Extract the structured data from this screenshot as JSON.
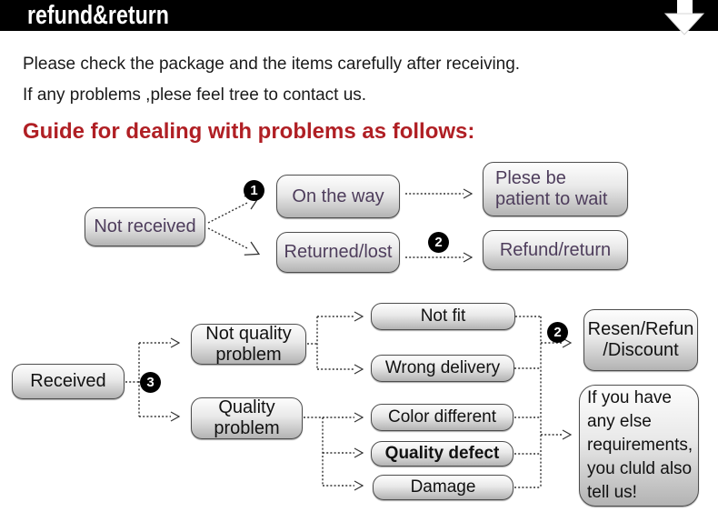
{
  "header": {
    "title": "refund&return"
  },
  "intro": {
    "line1": "Please check the package and the items carefully after receiving.",
    "line2": "If any problems ,plese feel tree to contact us."
  },
  "guide": {
    "heading": "Guide for dealing with problems as follows:"
  },
  "colors": {
    "header_bg": "#000000",
    "heading_red": "#b01f24",
    "flow1_text_purple": "#4e3d5c",
    "flow2_text": "#111111",
    "node_gradient_top": "#fdfdfd",
    "node_gradient_bottom": "#b3b3b3",
    "node_border": "#4d4d4d",
    "connector": "#333333"
  },
  "flow1": {
    "not_received": "Not received",
    "badge_1": "1",
    "on_the_way": "On the way",
    "returned_lost": "Returned/lost",
    "badge_2": "2",
    "plese_be_patient": "Plese be\npatient to wait",
    "refund_return": "Refund/return"
  },
  "flow2": {
    "received": "Received",
    "badge_3": "3",
    "not_quality_problem": "Not quality\nproblem",
    "quality_problem": "Quality\nproblem",
    "not_fit": "Not fit",
    "wrong_delivery": "Wrong delivery",
    "color_different": "Color different",
    "quality_defect": "Quality defect",
    "damage": "Damage",
    "badge_2": "2",
    "resen_refun_discount": "Resen/Refun\n/Discount",
    "if_you_have": "If you have\nany else\nrequirements,\nyou cluld also\ntell us!"
  }
}
